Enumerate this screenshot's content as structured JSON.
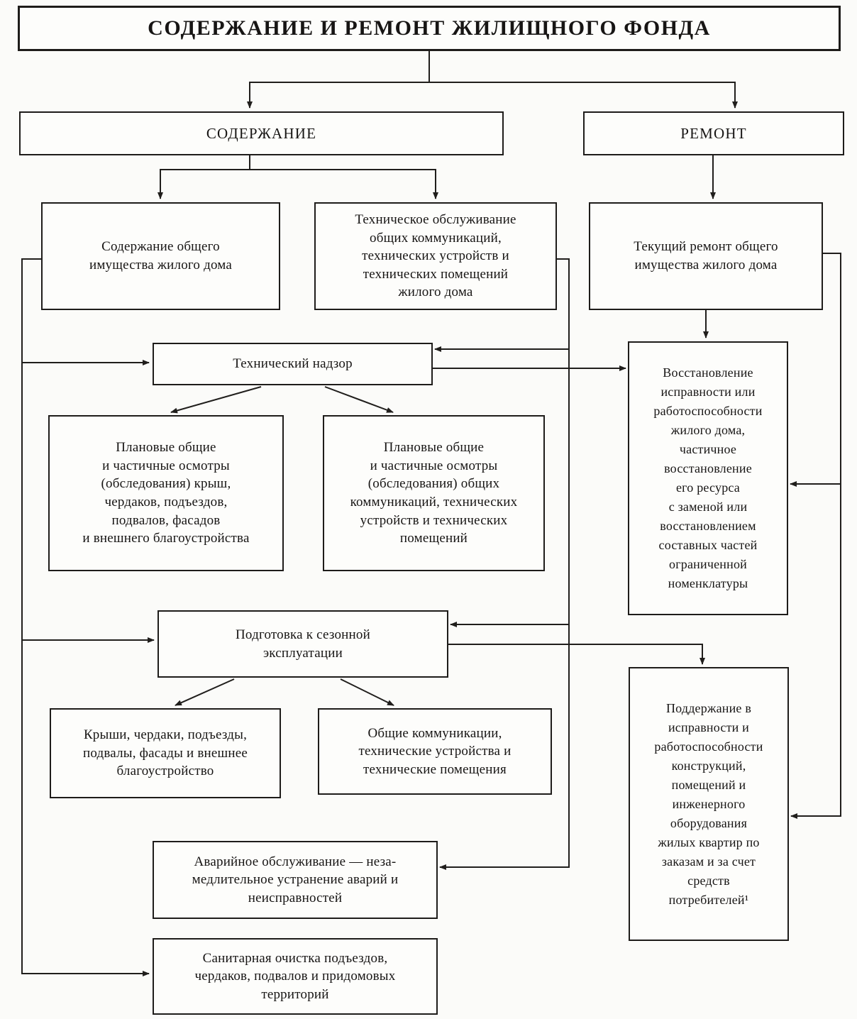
{
  "page": {
    "title": "СОДЕРЖАНИЕ И РЕМОНТ ЖИЛИЩНОГО ФОНДА"
  },
  "nodes": {
    "soderzhanie": {
      "label": "СОДЕРЖАНИЕ"
    },
    "remont": {
      "label": "РЕМОНТ"
    },
    "sod_obshchego": {
      "text": "Содержание общего\nимущества жилого дома"
    },
    "tekh_obsluzhivanie": {
      "text": "Техническое обслуживание\nобщих коммуникаций,\nтехнических устройств и\nтехнических помещений\nжилого дома"
    },
    "tekushchiy_remont": {
      "text": "Текущий ремонт общего\nимущества жилого дома"
    },
    "tekh_nadzor": {
      "text": "Технический надзор"
    },
    "planovye_krysh": {
      "text": "Плановые общие\nи частичные осмотры\n(обследования) крыш,\nчердаков, подъездов,\nподвалов, фасадов\nи внешнего благоустройства"
    },
    "planovye_kommunikatsiy": {
      "text": "Плановые общие\nи частичные осмотры\n(обследования) общих\nкоммуникаций, технических\nустройств и технических\nпомещений"
    },
    "vosstanovlenie": {
      "text": "Восстановление\nисправности или\nработоспособности\nжилого дома,\nчастичное\nвосстановление\nего ресурса\nс заменой или\nвосстановлением\nсоставных частей\nограниченной\nноменклатуры"
    },
    "podgotovka": {
      "text": "Подготовка к сезонной\nэксплуатации"
    },
    "kryshi": {
      "text": "Крыши, чердаки, подъезды,\nподвалы, фасады и внешнее\nблагоустройство"
    },
    "obshchie_kommunikatsii": {
      "text": "Общие коммуникации,\nтехнические устройства и\nтехнические помещения"
    },
    "podderzhanie": {
      "text": "Поддержание в\nисправности и\nработоспособности\nконструкций,\nпомещений и\nинженерного\nоборудования\nжилых квартир по\nзаказам и за счет\nсредств\nпотребителей¹"
    },
    "avariynoe": {
      "text": "Аварийное обслуживание — неза-\nмедлительное устранение аварий и\nнеисправностей"
    },
    "sanitarnaya": {
      "text": "Санитарная очистка подъездов,\nчердаков, подвалов и придомовых\nтерриторий"
    }
  },
  "colors": {
    "ink": "#201e1c",
    "paper": "#fbfbf9"
  }
}
